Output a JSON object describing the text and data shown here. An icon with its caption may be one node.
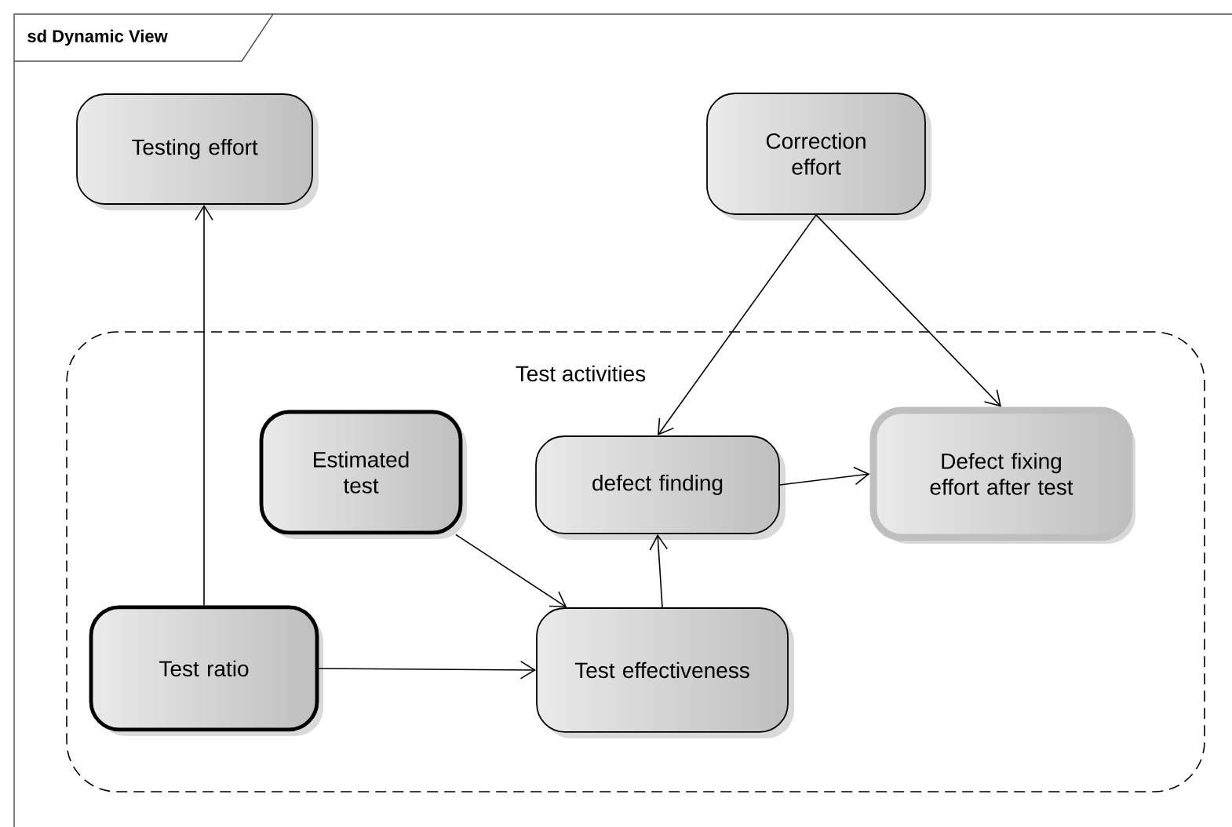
{
  "diagram": {
    "title": "sd Dynamic View",
    "nodes": [
      {
        "text": [
          "Testing effort"
        ]
      },
      {
        "text": [
          "Correction effort"
        ]
      },
      {
        "text": [
          "Test activities"
        ]
      },
      {
        "text": [
          "Estimated test"
        ],
        "in": 2
      },
      {
        "text": [
          "defect finding"
        ],
        "in": 2
      },
      {
        "text": [
          "Defect fixing effort after test"
        ],
        "in": 2
      },
      {
        "text": [
          "Test ratio"
        ],
        "in": 2
      },
      {
        "text": [
          "Test effectiveness"
        ],
        "in": 2
      }
    ],
    "edges": [
      {
        "from": 6,
        "to": 0,
        "arrow": "to"
      },
      {
        "from": 1,
        "to": 4,
        "arrow": "to"
      },
      {
        "from": 1,
        "to": 5,
        "arrow": "to"
      },
      {
        "from": 4,
        "to": 5,
        "arrow": "to"
      },
      {
        "from": 3,
        "to": 7,
        "arrow": "to"
      },
      {
        "from": 6,
        "to": 7,
        "arrow": "to"
      },
      {
        "from": 7,
        "to": 4,
        "arrow": "to"
      }
    ]
  }
}
